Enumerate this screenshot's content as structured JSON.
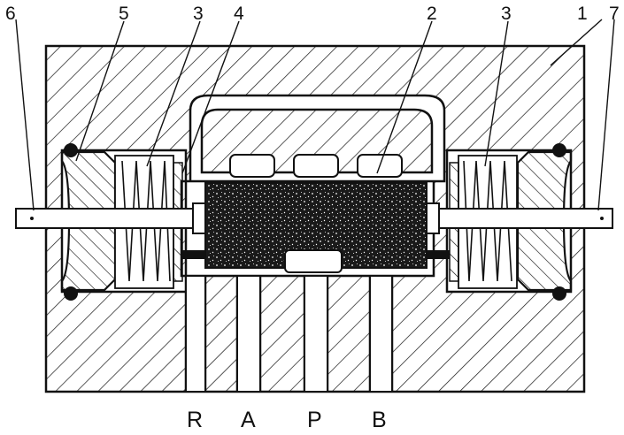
{
  "diagram": {
    "callouts": {
      "c1": "1",
      "c2": "2",
      "c3_left": "3",
      "c3_right": "3",
      "c4": "4",
      "c5": "5",
      "c6": "6",
      "c7": "7"
    },
    "ports": {
      "r": "R",
      "a": "A",
      "p": "P",
      "b": "B"
    },
    "colors": {
      "ink": "#111111",
      "background": "#ffffff",
      "spool": "#222222"
    }
  }
}
